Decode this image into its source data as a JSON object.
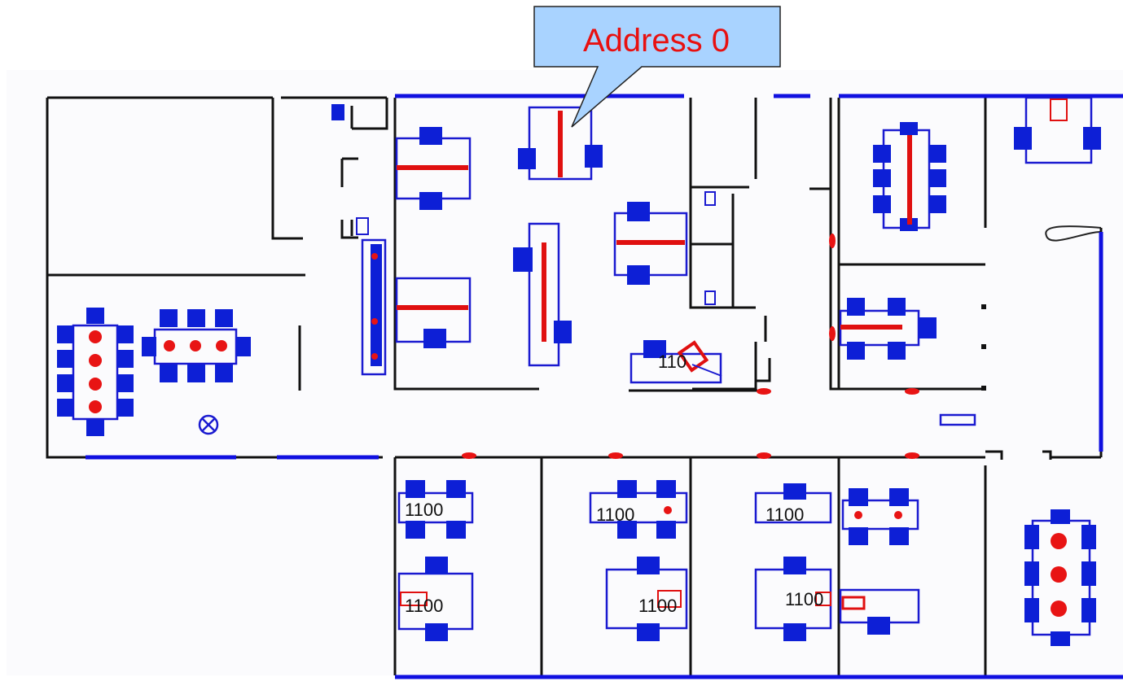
{
  "callout": {
    "text": "Address 0"
  },
  "room_labels": {
    "l1": "110",
    "l2": "1100",
    "l3": "1100",
    "l4": "1100",
    "l5": "1100",
    "l6": "1100",
    "l7": "1100"
  },
  "colors": {
    "furniture": "#0d1fd6",
    "highlight": "#e81414",
    "callout_fill": "#a9d3ff",
    "walls": "#111111"
  },
  "icons": {
    "center_symbol": "circle-x-icon"
  }
}
